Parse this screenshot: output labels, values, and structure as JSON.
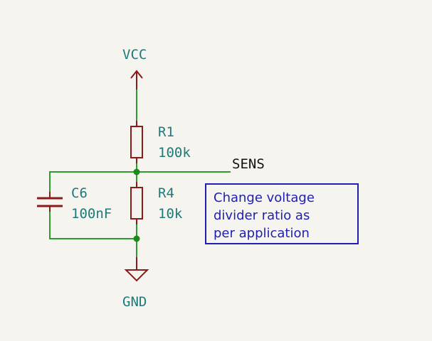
{
  "power": {
    "vcc_label": "VCC",
    "gnd_label": "GND"
  },
  "components": {
    "r1": {
      "ref": "R1",
      "value": "100k"
    },
    "r4": {
      "ref": "R4",
      "value": "10k"
    },
    "c6": {
      "ref": "C6",
      "value": "100nF"
    }
  },
  "net": {
    "sens_label": "SENS"
  },
  "note": {
    "lines": [
      "Change voltage",
      "divider ratio as",
      "per application"
    ]
  },
  "colors": {
    "wire": "#2e9b2e",
    "component": "#8c1a1a",
    "junction": "#1a8a1a",
    "ref_text": "#1e7a7a",
    "net_text": "#111111",
    "note": "#1f1fb0",
    "background": "#f5f4ef"
  }
}
